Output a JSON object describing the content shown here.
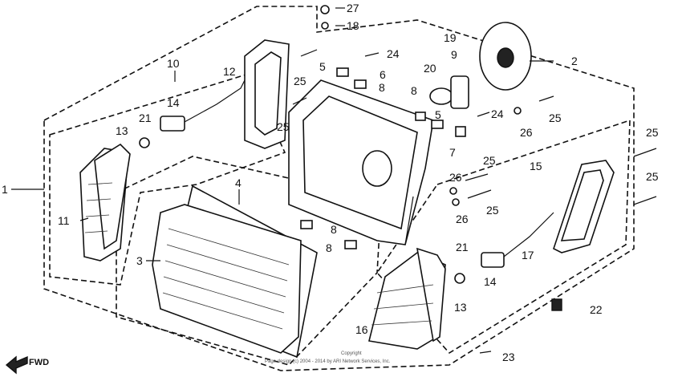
{
  "callouts": {
    "c1": "1",
    "c2": "2",
    "c3": "3",
    "c4": "4",
    "c5a": "5",
    "c5b": "5",
    "c6": "6",
    "c7": "7",
    "c8a": "8",
    "c8b": "8",
    "c8c": "8",
    "c8d": "8",
    "c9": "9",
    "c10": "10",
    "c11": "11",
    "c12": "12",
    "c13a": "13",
    "c13b": "13",
    "c14a": "14",
    "c14b": "14",
    "c15": "15",
    "c16": "16",
    "c17": "17",
    "c18": "18",
    "c19": "19",
    "c20": "20",
    "c21a": "21",
    "c21b": "21",
    "c22": "22",
    "c23": "23",
    "c24a": "24",
    "c24b": "24",
    "c25a": "25",
    "c25b": "25",
    "c25c": "25",
    "c25d": "25",
    "c25e": "25",
    "c25f": "25",
    "c25g": "25",
    "c26a": "26",
    "c26b": "26",
    "c26c": "26",
    "c27": "27"
  },
  "fwd_label": "FWD",
  "copyright_line1": "Copyright",
  "copyright_line2": "Page design (c) 2004 - 2014 by ARI Network Services, Inc."
}
